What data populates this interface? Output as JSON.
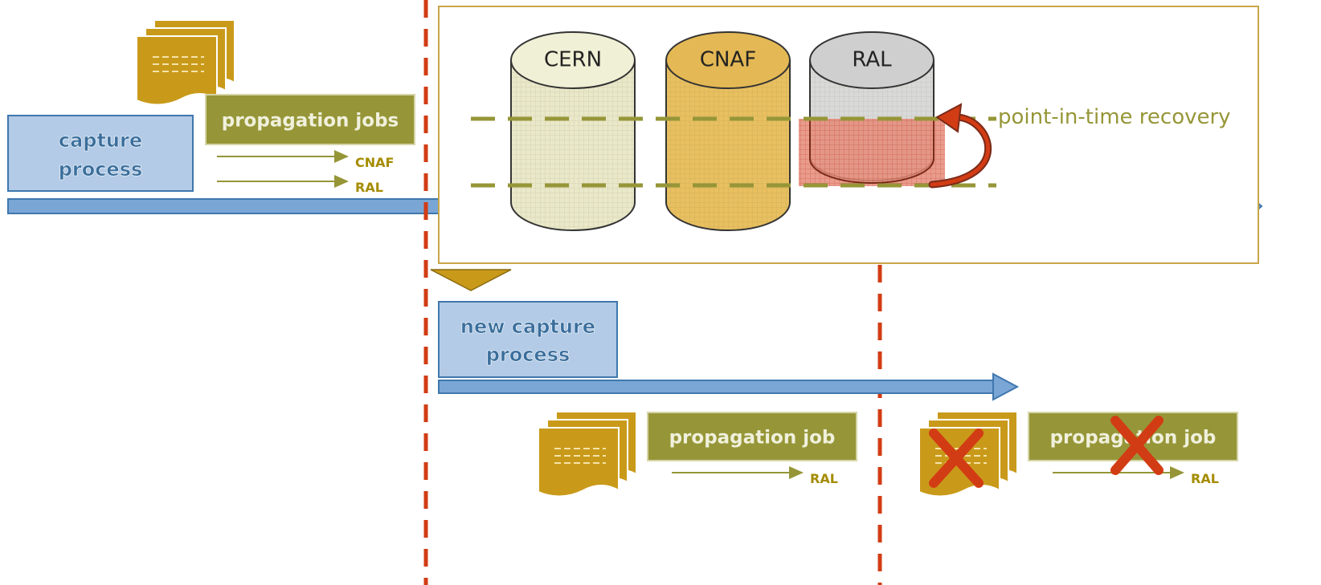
{
  "colors": {
    "gold": "#c99a1a",
    "olive": "#969638",
    "blue_box": "#b3cbe6",
    "blue_border": "#3f77ad",
    "red": "#d23c14",
    "cern_fill": "#e9e8c9",
    "cnaf_fill": "#e8c060",
    "ral_fill": "#d9d9d9"
  },
  "top": {
    "capture_box": {
      "line1": "capture",
      "line2": "process"
    },
    "propagation_box": {
      "label": "propagation jobs"
    },
    "targets": [
      "CNAF",
      "RAL"
    ]
  },
  "recovery_panel": {
    "databases": [
      {
        "name": "CERN",
        "icon": "database-icon"
      },
      {
        "name": "CNAF",
        "icon": "database-icon"
      },
      {
        "name": "RAL",
        "icon": "database-icon"
      }
    ],
    "annotation": "point-in-time recovery"
  },
  "bottom": {
    "new_capture_box": {
      "line1": "new capture",
      "line2": "process"
    },
    "job_active": {
      "label": "propagation job",
      "target": "RAL"
    },
    "job_cancelled": {
      "label": "propagation job",
      "target": "RAL"
    }
  },
  "icons": [
    "document-stack-icon",
    "cross-icon",
    "arrow-icon",
    "curved-arrow-icon"
  ]
}
